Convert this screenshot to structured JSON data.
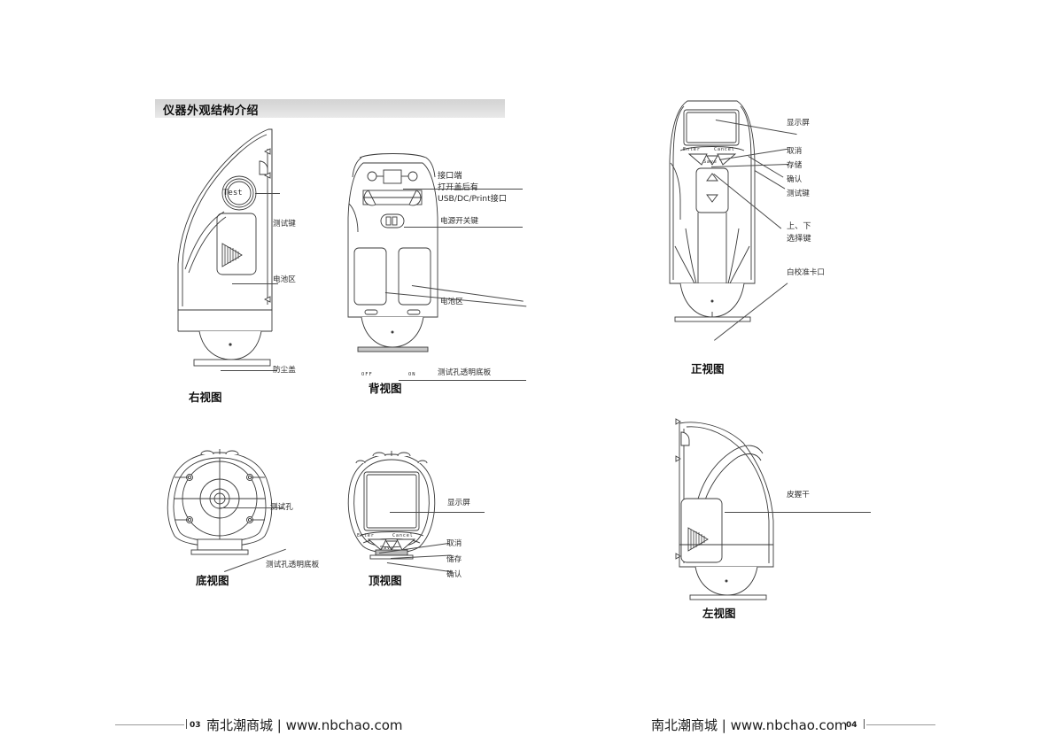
{
  "document": {
    "section_header": "仪器外观结构介绍"
  },
  "left_page": {
    "figures": {
      "right_view": {
        "caption": "右视图",
        "button_text": "Test",
        "labels": {
          "test_key": "测试键",
          "battery_area": "电池区",
          "dust_cover": "防尘盖"
        }
      },
      "back_view": {
        "caption": "背视图",
        "switch_off": "OFF",
        "switch_on": "ON",
        "labels": {
          "port_line1": "接口端",
          "port_line2": "打开盖后有",
          "port_line3": "USB/DC/Print接口",
          "power_switch": "电源开关键",
          "battery_area": "电池区",
          "test_window_plate": "测试孔透明底板"
        }
      },
      "bottom_view": {
        "caption": "底视图",
        "labels": {
          "test_hole": "测试孔",
          "test_window_plate": "测试孔透明底板"
        }
      },
      "top_view": {
        "caption": "顶视图",
        "key_enter": "Enter",
        "key_cancel": "Cancel",
        "key_save": "Save",
        "labels": {
          "display": "显示屏",
          "cancel": "取消",
          "save": "储存",
          "confirm": "确认"
        }
      }
    },
    "footer": {
      "page_number": "03",
      "brand": "南北潮商城 | www.nbchao.com"
    }
  },
  "right_page": {
    "figures": {
      "front_view": {
        "caption": "正视图",
        "key_enter": "Enter",
        "key_cancel": "Cancel",
        "key_save": "Save",
        "labels": {
          "display": "显示屏",
          "cancel": "取消",
          "save": "存储",
          "confirm": "确认",
          "test_key": "测试键",
          "select_keys_line1": "上、下",
          "select_keys_line2": "选择键",
          "white_cal_port": "白校准卡口"
        }
      },
      "left_view": {
        "caption": "左视图",
        "labels": {
          "hand_strap": "皮握干"
        }
      }
    },
    "footer": {
      "page_number": "04",
      "brand": "南北潮商城 | www.nbchao.com"
    }
  },
  "colors": {
    "line": "#3a3a3a",
    "header_bar": "#d8d8d8",
    "text": "#1a1a1a"
  }
}
